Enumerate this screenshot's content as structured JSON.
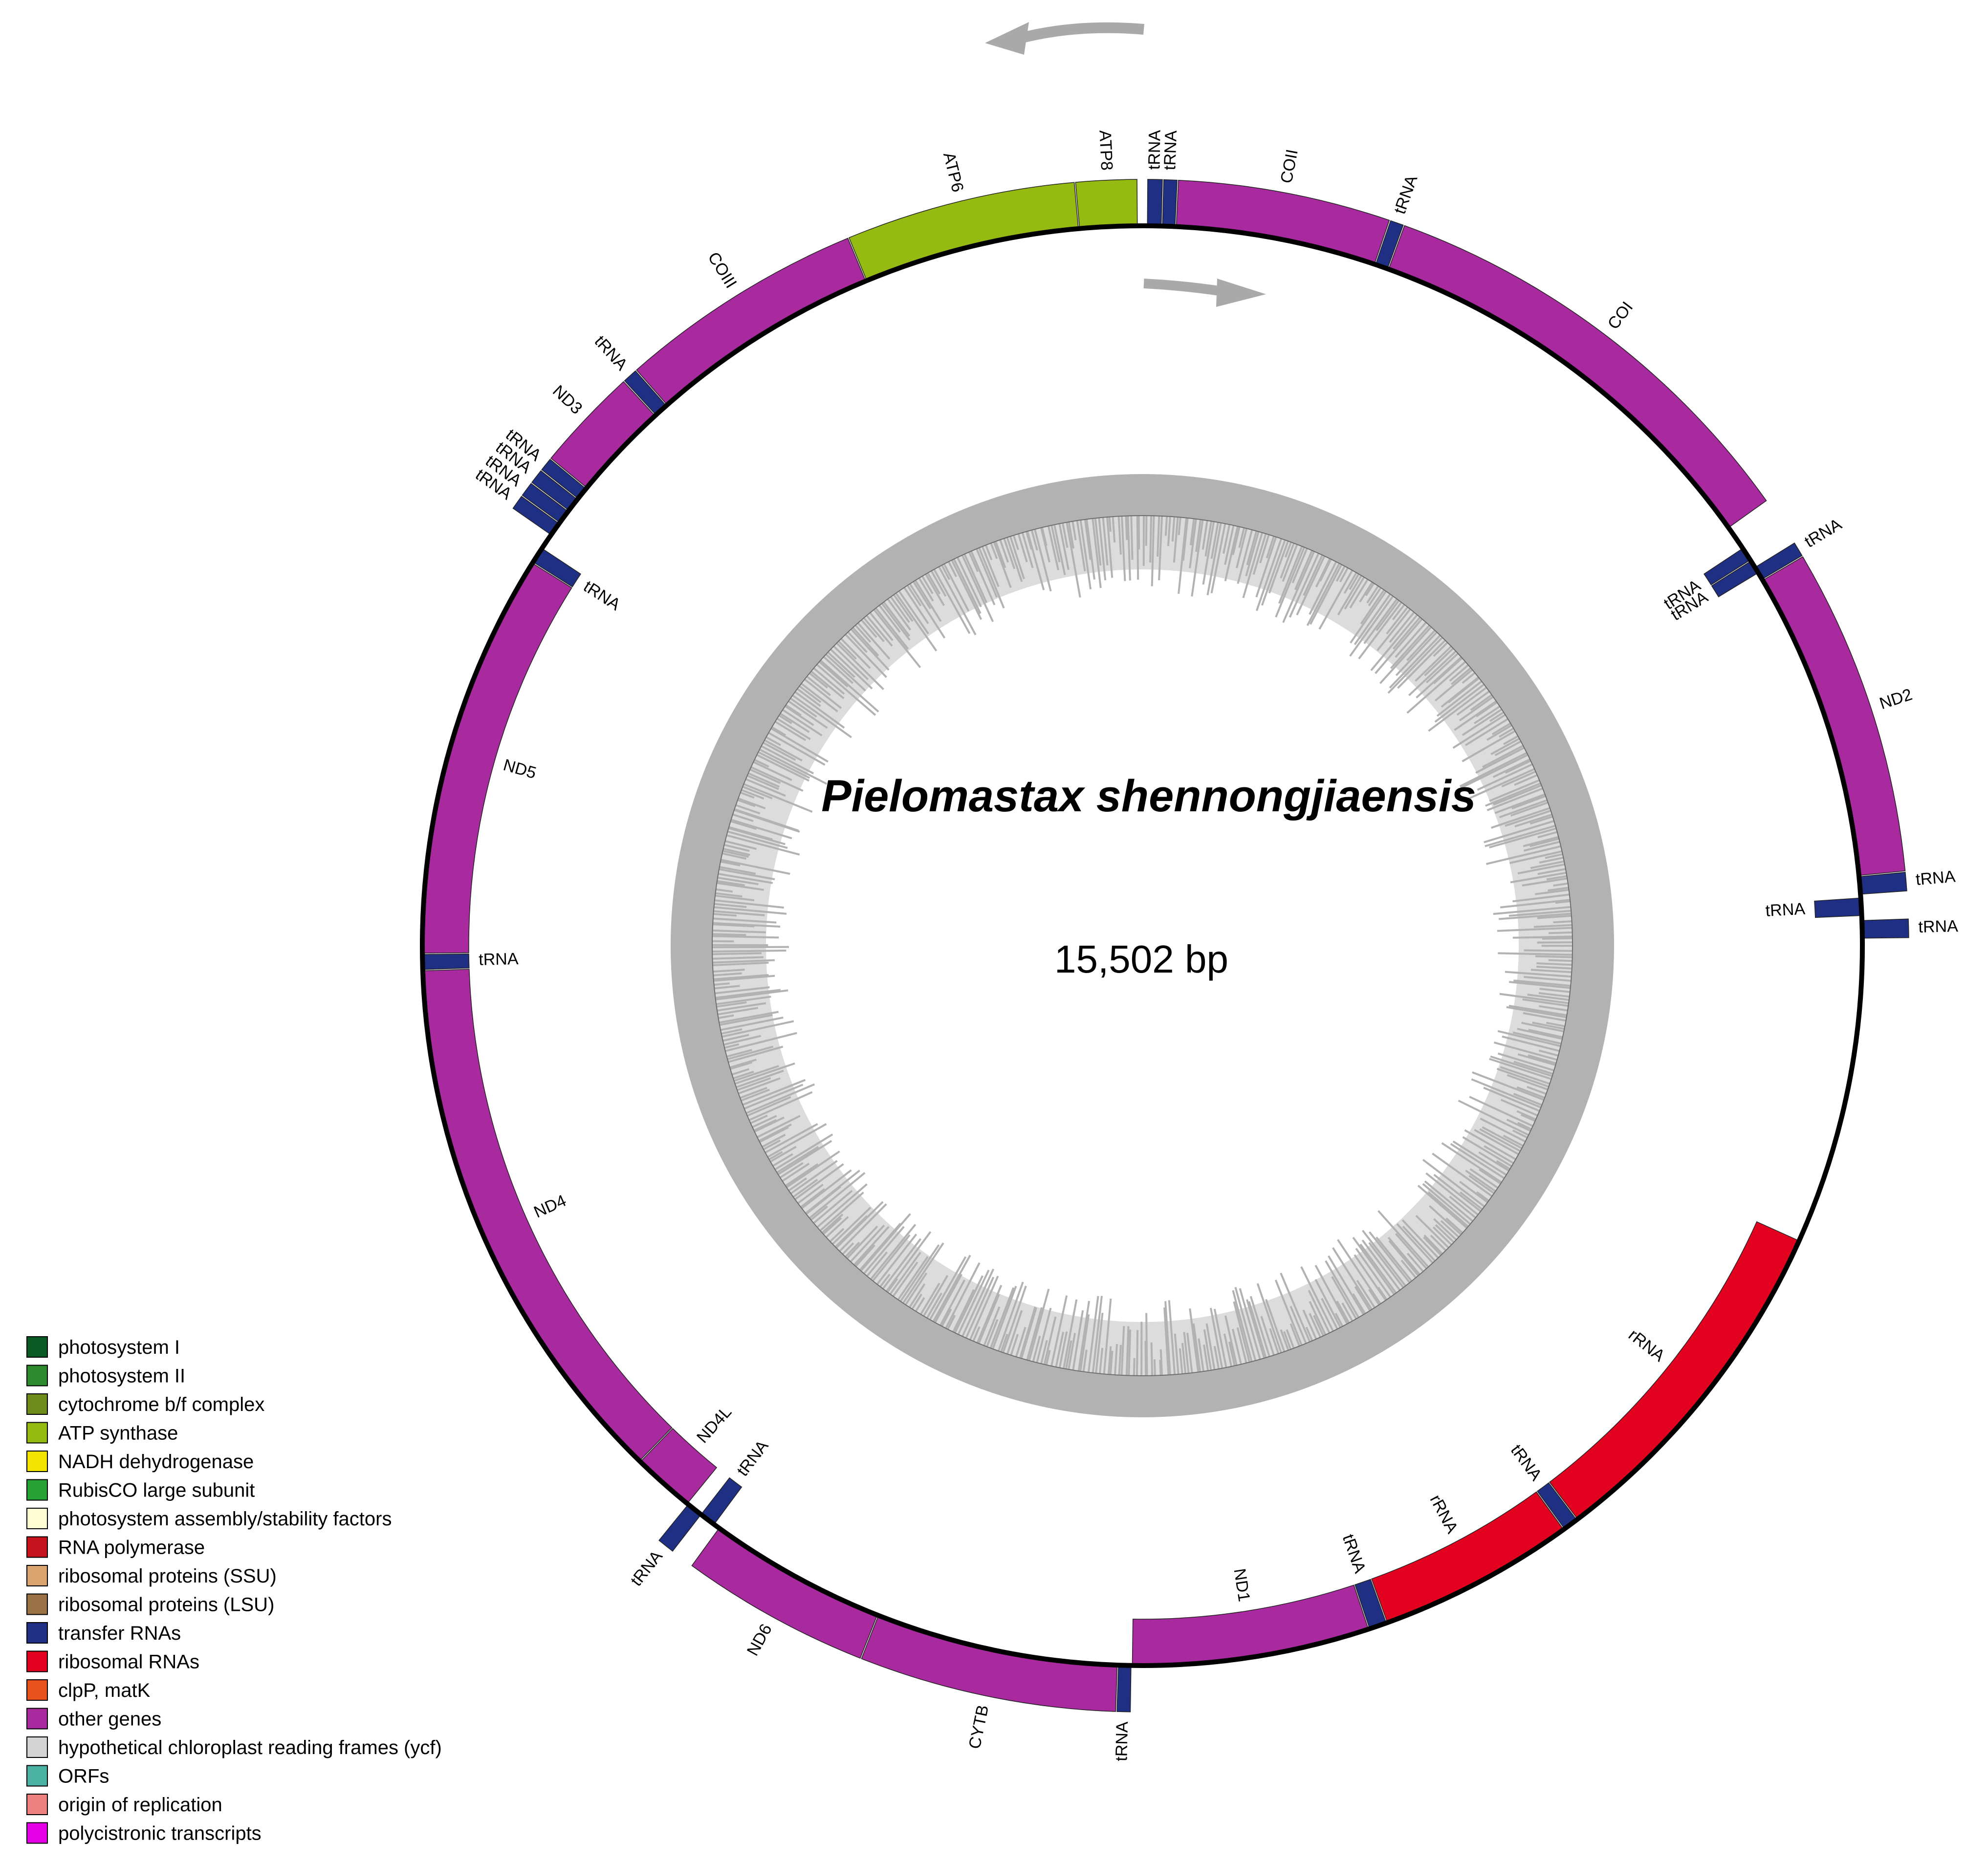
{
  "species_name": "Pielomastax shennongjiaensis",
  "genome_size": "15,502 bp",
  "colors": {
    "atp_synthase": "#95bb12",
    "transfer_rnas": "#1f2f84",
    "ribosomal_rnas": "#e2021f",
    "other_genes": "#a82a9e",
    "gc_content": "#b2b2b2",
    "at_content": "#dcdcdc",
    "direction_arrow": "#a9a9a9"
  },
  "genes": [
    {
      "label": "tRNA",
      "start_deg": 0.4,
      "end_deg": 1.5,
      "strand": "out",
      "category": "transfer_rnas"
    },
    {
      "label": "tRNA",
      "start_deg": 1.6,
      "end_deg": 2.6,
      "strand": "out",
      "category": "transfer_rnas"
    },
    {
      "label": "COII",
      "start_deg": 2.7,
      "end_deg": 18.8,
      "strand": "out",
      "category": "other_genes"
    },
    {
      "label": "tRNA",
      "start_deg": 18.9,
      "end_deg": 19.9,
      "strand": "out",
      "category": "transfer_rnas"
    },
    {
      "label": "COI",
      "start_deg": 20.0,
      "end_deg": 54.5,
      "strand": "out",
      "category": "other_genes"
    },
    {
      "label": "tRNA",
      "start_deg": 56.5,
      "end_deg": 57.6,
      "strand": "in",
      "category": "transfer_rnas"
    },
    {
      "label": "tRNA",
      "start_deg": 57.7,
      "end_deg": 58.8,
      "strand": "in",
      "category": "transfer_rnas"
    },
    {
      "label": "tRNA",
      "start_deg": 58.3,
      "end_deg": 59.4,
      "strand": "out",
      "category": "transfer_rnas"
    },
    {
      "label": "ND2",
      "start_deg": 59.5,
      "end_deg": 84.4,
      "strand": "out",
      "category": "other_genes"
    },
    {
      "label": "tRNA",
      "start_deg": 84.5,
      "end_deg": 85.9,
      "strand": "out",
      "category": "transfer_rnas"
    },
    {
      "label": "tRNA",
      "start_deg": 86.2,
      "end_deg": 87.6,
      "strand": "in",
      "category": "transfer_rnas"
    },
    {
      "label": "tRNA",
      "start_deg": 88.0,
      "end_deg": 89.4,
      "strand": "out",
      "category": "transfer_rnas"
    },
    {
      "label": "rRNA",
      "start_deg": 114.2,
      "end_deg": 142.8,
      "strand": "in",
      "category": "ribosomal_rnas"
    },
    {
      "label": "tRNA",
      "start_deg": 142.9,
      "end_deg": 144.1,
      "strand": "in",
      "category": "transfer_rnas"
    },
    {
      "label": "rRNA",
      "start_deg": 144.2,
      "end_deg": 160.1,
      "strand": "in",
      "category": "ribosomal_rnas"
    },
    {
      "label": "tRNA",
      "start_deg": 160.2,
      "end_deg": 161.6,
      "strand": "in",
      "category": "transfer_rnas"
    },
    {
      "label": "ND1",
      "start_deg": 161.7,
      "end_deg": 180.8,
      "strand": "in",
      "category": "other_genes"
    },
    {
      "label": "tRNA",
      "start_deg": 180.9,
      "end_deg": 181.9,
      "strand": "out",
      "category": "transfer_rnas"
    },
    {
      "label": "CYTB",
      "start_deg": 182.0,
      "end_deg": 201.5,
      "strand": "out",
      "category": "other_genes"
    },
    {
      "label": "ND6",
      "start_deg": 201.6,
      "end_deg": 216.0,
      "strand": "out",
      "category": "other_genes"
    },
    {
      "label": "tRNA",
      "start_deg": 216.5,
      "end_deg": 217.8,
      "strand": "in",
      "category": "transfer_rnas"
    },
    {
      "label": "tRNA",
      "start_deg": 217.8,
      "end_deg": 219.1,
      "strand": "out",
      "category": "transfer_rnas"
    },
    {
      "label": "ND4L",
      "start_deg": 219.2,
      "end_deg": 224.2,
      "strand": "in",
      "category": "other_genes"
    },
    {
      "label": "ND4",
      "start_deg": 224.3,
      "end_deg": 268.0,
      "strand": "in",
      "category": "other_genes"
    },
    {
      "label": "tRNA",
      "start_deg": 268.1,
      "end_deg": 269.3,
      "strand": "in",
      "category": "transfer_rnas"
    },
    {
      "label": "ND5",
      "start_deg": 269.4,
      "end_deg": 302.1,
      "strand": "in",
      "category": "other_genes"
    },
    {
      "label": "tRNA",
      "start_deg": 302.2,
      "end_deg": 303.5,
      "strand": "in",
      "category": "transfer_rnas"
    },
    {
      "label": "tRNA",
      "start_deg": 304.8,
      "end_deg": 305.9,
      "strand": "out",
      "category": "transfer_rnas"
    },
    {
      "label": "tRNA",
      "start_deg": 306.0,
      "end_deg": 307.1,
      "strand": "out",
      "category": "transfer_rnas"
    },
    {
      "label": "tRNA",
      "start_deg": 307.2,
      "end_deg": 308.3,
      "strand": "out",
      "category": "transfer_rnas"
    },
    {
      "label": "tRNA",
      "start_deg": 308.4,
      "end_deg": 309.4,
      "strand": "out",
      "category": "transfer_rnas"
    },
    {
      "label": "ND3",
      "start_deg": 309.5,
      "end_deg": 317.4,
      "strand": "out",
      "category": "other_genes"
    },
    {
      "label": "tRNA",
      "start_deg": 317.5,
      "end_deg": 318.6,
      "strand": "out",
      "category": "transfer_rnas"
    },
    {
      "label": "COIII",
      "start_deg": 318.7,
      "end_deg": 337.4,
      "strand": "out",
      "category": "other_genes"
    },
    {
      "label": "ATP6",
      "start_deg": 337.5,
      "end_deg": 354.9,
      "strand": "out",
      "category": "atp_synthase"
    },
    {
      "label": "ATP8",
      "start_deg": 355.0,
      "end_deg": 359.6,
      "strand": "out",
      "category": "atp_synthase"
    }
  ],
  "legend": [
    {
      "label": "photosystem I",
      "color": "#0b5a24"
    },
    {
      "label": "photosystem II",
      "color": "#2d8a2f"
    },
    {
      "label": "cytochrome b/f complex",
      "color": "#6f8b1b"
    },
    {
      "label": "ATP synthase",
      "color": "#95bb12"
    },
    {
      "label": "NADH dehydrogenase",
      "color": "#f2e400"
    },
    {
      "label": "RubisCO large subunit",
      "color": "#27a336"
    },
    {
      "label": "photosystem assembly/stability factors",
      "color": "#fefed4"
    },
    {
      "label": "RNA polymerase",
      "color": "#c5121d"
    },
    {
      "label": "ribosomal proteins (SSU)",
      "color": "#d9a370"
    },
    {
      "label": "ribosomal proteins (LSU)",
      "color": "#9b7245"
    },
    {
      "label": "transfer RNAs",
      "color": "#1f2f84"
    },
    {
      "label": "ribosomal RNAs",
      "color": "#e2021f"
    },
    {
      "label": "clpP, matK",
      "color": "#e8531c"
    },
    {
      "label": "other genes",
      "color": "#a82a9e"
    },
    {
      "label": "hypothetical chloroplast reading frames (ycf)",
      "color": "#d4d4d4"
    },
    {
      "label": "ORFs",
      "color": "#4bb2a3"
    },
    {
      "label": "origin of replication",
      "color": "#f08183"
    },
    {
      "label": "polycistronic transcripts",
      "color": "#e300e6"
    }
  ]
}
